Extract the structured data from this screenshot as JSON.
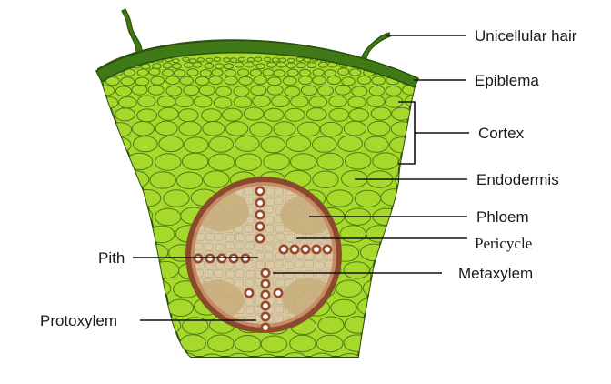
{
  "diagram": {
    "labels": {
      "unicellular_hair": "Unicellular hair",
      "epiblema": "Epiblema",
      "cortex": "Cortex",
      "endodermis": "Endodermis",
      "phloem": "Phloem",
      "pericycle": "Pericycle",
      "metaxylem": "Metaxylem",
      "pith": "Pith",
      "protoxylem": "Protoxylem"
    },
    "colors": {
      "epiblema": "#3f7a16",
      "cortex_cell": "#a6d92b",
      "cortex_edge": "#4f7a14",
      "endodermis_ring": "#8a4a2e",
      "pericycle_ring": "#c98a64",
      "stele_fill": "#d9c9a5",
      "phloem_patch": "#ccb27d",
      "xylem_cell": "#9a4a2a"
    }
  }
}
